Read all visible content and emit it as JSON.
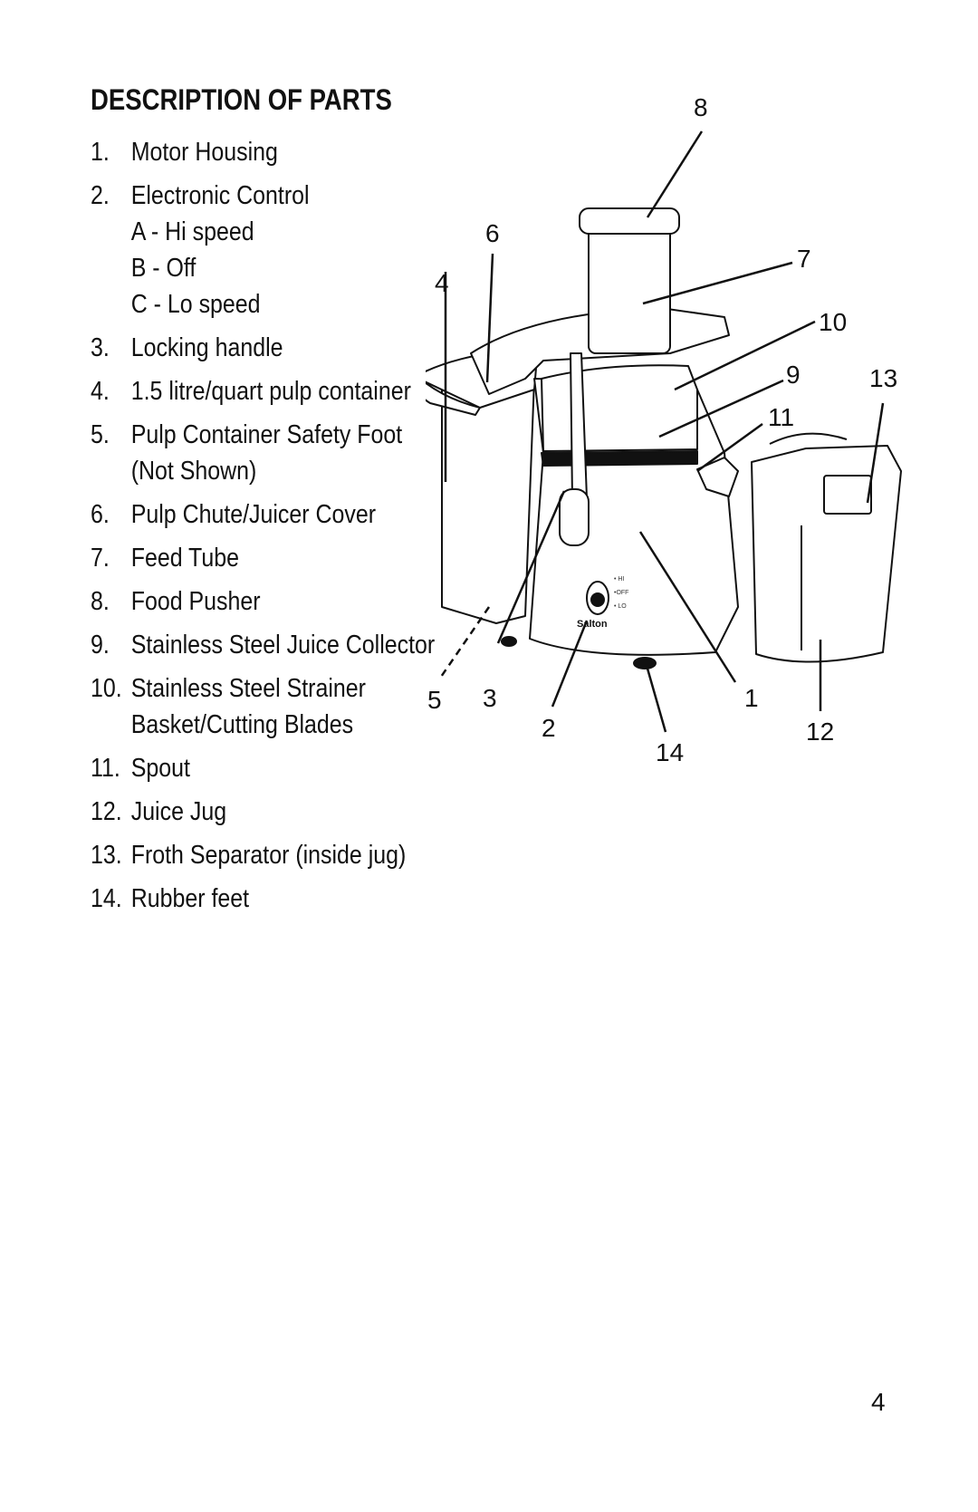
{
  "title": "DESCRIPTION OF PARTS",
  "parts": [
    {
      "num": "1.",
      "label": "Motor Housing"
    },
    {
      "num": "2.",
      "label": "Electronic Control",
      "sub": [
        "A - Hi speed",
        "B - Off",
        "C - Lo speed"
      ]
    },
    {
      "num": "3.",
      "label": "Locking handle"
    },
    {
      "num": "4.",
      "label": "1.5 litre/quart pulp container"
    },
    {
      "num": "5.",
      "label": "Pulp Container Safety Foot",
      "sub": [
        "(Not Shown)"
      ]
    },
    {
      "num": "6.",
      "label": "Pulp Chute/Juicer Cover"
    },
    {
      "num": "7.",
      "label": "Feed Tube"
    },
    {
      "num": "8.",
      "label": "Food Pusher"
    },
    {
      "num": "9.",
      "label": "Stainless Steel Juice Collector"
    },
    {
      "num": "10.",
      "label": "Stainless Steel Strainer",
      "sub": [
        "Basket/Cutting Blades"
      ]
    },
    {
      "num": "11.",
      "label": "Spout"
    },
    {
      "num": "12.",
      "label": "Juice Jug"
    },
    {
      "num": "13.",
      "label": "Froth Separator (inside jug)"
    },
    {
      "num": "14.",
      "label": "Rubber feet"
    }
  ],
  "diagram": {
    "callouts": [
      "1",
      "2",
      "3",
      "4",
      "5",
      "6",
      "7",
      "8",
      "9",
      "10",
      "11",
      "12",
      "13",
      "14"
    ],
    "control_labels": [
      "• HI",
      "•OFF",
      "• LO"
    ],
    "brand": "Salton"
  },
  "page_number": "4"
}
